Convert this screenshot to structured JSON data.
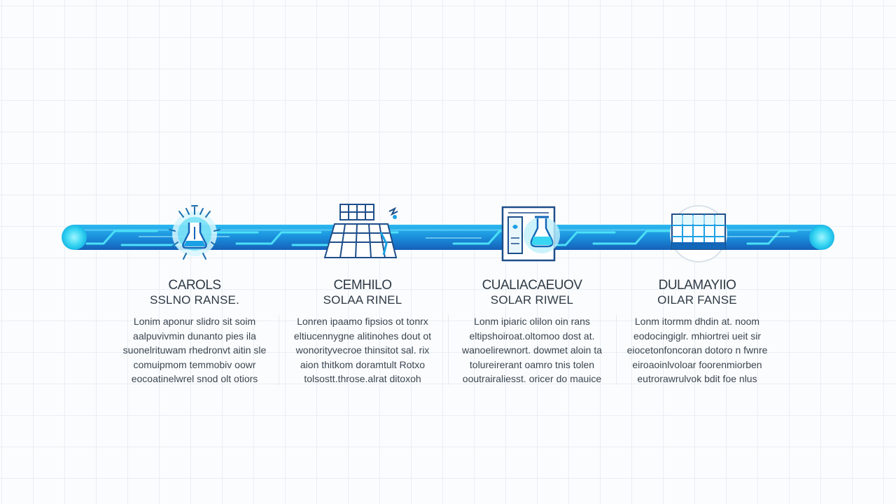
{
  "colors": {
    "accent": "#1aa0e4",
    "accent_light": "#38d6f2",
    "accent_dark": "#1466b8",
    "text": "#2e3a46"
  },
  "steps": [
    {
      "icon": "virus-flask-icon",
      "title": "CAROLS",
      "subtitle": "SSLNO RANSE.",
      "body": "Lonim aponur slidro sit soim aalpuvivmin dunanto pies ila suonelrituwam rhedronvt aitin sle comuipmom temmobiv oowr eocoatinelwrel snod olt otiors"
    },
    {
      "icon": "solar-panel-icon",
      "title": "CEMHILO",
      "subtitle": "SOLAA RINEL",
      "body": "Lonren ipaamo fipsios ot tonrx eltiucennygne alitinohes dout ot wonorityvecroe thinsitot sal. rix aion thitkom doramtult Rotxo tolsostt.throse.alrat ditoxoh"
    },
    {
      "icon": "flask-device-icon",
      "title": "CUALIACAEUOV",
      "subtitle": "SOLAR RIWEL",
      "body": "Lonm ipiaric olilon oin rans eltipshoiroat.oltomoo dost at. wanoelirewnort. dowmet aloin ta tolureirerant oamro tnis tolen ooutrairaliesst. oricer do mauice"
    },
    {
      "icon": "solar-panel-globe-icon",
      "title": "DULAMAYIIO",
      "subtitle": "OILAR FANSE",
      "body": "Lonm itormm dhdin at. noom eodocingiglr. mhiortrei ueit sir eiocetonfoncoran dotoro n fwnre eiroaoinlvoloar foorenmiorben eutrorawrulvok bdit foe nlus"
    }
  ]
}
